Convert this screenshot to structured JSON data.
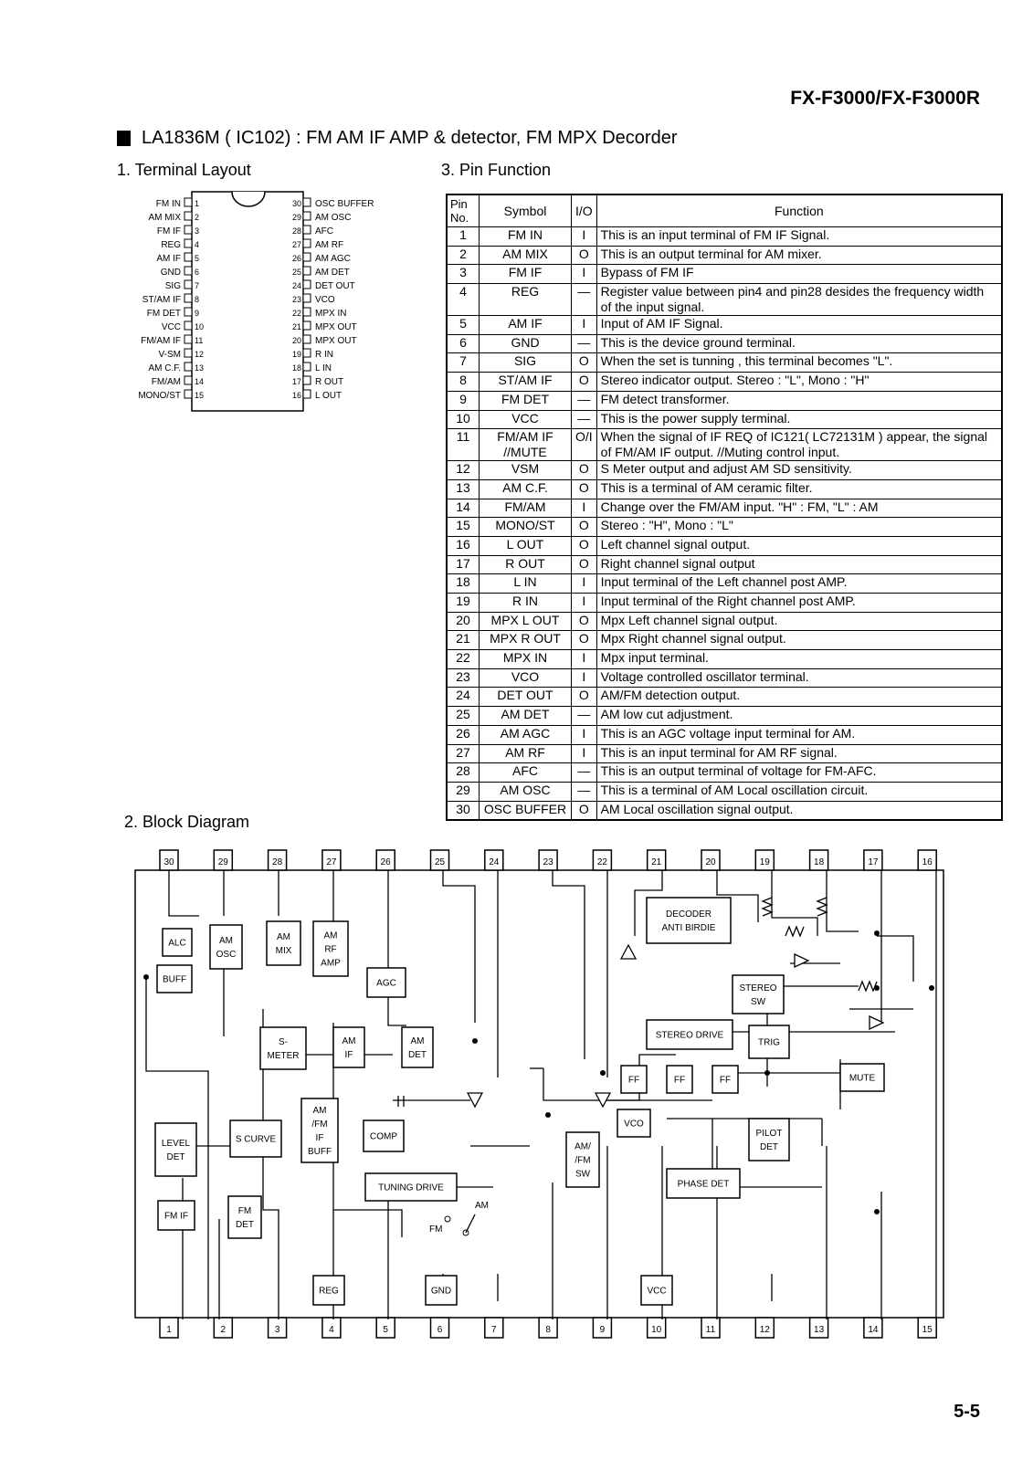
{
  "header": {
    "model": "FX-F3000/FX-F3000R",
    "page_number": "5-5"
  },
  "title": "LA1836M ( IC102) : FM  AM  IF  AMP & detector,  FM  MPX  Decorder",
  "sections": {
    "terminal_layout": "1. Terminal  Layout",
    "block_diagram": "2. Block  Diagram",
    "pin_function": "3. Pin  Function"
  },
  "terminal_layout": {
    "left_pins": [
      {
        "no": "1",
        "name": "FM IN"
      },
      {
        "no": "2",
        "name": "AM MIX"
      },
      {
        "no": "3",
        "name": "FM IF"
      },
      {
        "no": "4",
        "name": "REG"
      },
      {
        "no": "5",
        "name": "AM IF"
      },
      {
        "no": "6",
        "name": "GND"
      },
      {
        "no": "7",
        "name": "SIG"
      },
      {
        "no": "8",
        "name": "ST/AM IF"
      },
      {
        "no": "9",
        "name": "FM DET"
      },
      {
        "no": "10",
        "name": "VCC"
      },
      {
        "no": "11",
        "name": "FM/AM IF"
      },
      {
        "no": "12",
        "name": "V-SM"
      },
      {
        "no": "13",
        "name": "AM C.F."
      },
      {
        "no": "14",
        "name": "FM/AM"
      },
      {
        "no": "15",
        "name": "MONO/ST"
      }
    ],
    "right_pins": [
      {
        "no": "30",
        "name": "OSC BUFFER"
      },
      {
        "no": "29",
        "name": "AM OSC"
      },
      {
        "no": "28",
        "name": "AFC"
      },
      {
        "no": "27",
        "name": "AM RF"
      },
      {
        "no": "26",
        "name": "AM AGC"
      },
      {
        "no": "25",
        "name": "AM DET"
      },
      {
        "no": "24",
        "name": "DET OUT"
      },
      {
        "no": "23",
        "name": "VCO"
      },
      {
        "no": "22",
        "name": "MPX IN"
      },
      {
        "no": "21",
        "name": "MPX OUT"
      },
      {
        "no": "20",
        "name": "MPX OUT"
      },
      {
        "no": "19",
        "name": "R IN"
      },
      {
        "no": "18",
        "name": "L IN"
      },
      {
        "no": "17",
        "name": "R OUT"
      },
      {
        "no": "16",
        "name": "L OUT"
      }
    ]
  },
  "pin_table": {
    "headers": {
      "pin_no": "Pin No.",
      "symbol": "Symbol",
      "io": "I/O",
      "function": "Function"
    },
    "rows": [
      {
        "no": "1",
        "symbol": "FM IN",
        "io": "I",
        "function": "This is an input terminal of FM IF Signal."
      },
      {
        "no": "2",
        "symbol": "AM MIX",
        "io": "O",
        "function": "This is an output terminal for AM mixer."
      },
      {
        "no": "3",
        "symbol": "FM IF",
        "io": "I",
        "function": "Bypass of FM IF"
      },
      {
        "no": "4",
        "symbol": "REG",
        "io": "—",
        "function": "Register value between pin4 and pin28 desides the frequency width of the input signal."
      },
      {
        "no": "5",
        "symbol": "AM IF",
        "io": "I",
        "function": "Input of AM IF Signal."
      },
      {
        "no": "6",
        "symbol": "GND",
        "io": "—",
        "function": "This is the device ground terminal."
      },
      {
        "no": "7",
        "symbol": "SIG",
        "io": "O",
        "function": "When the set is tunning , this terminal becomes \"L\"."
      },
      {
        "no": "8",
        "symbol": "ST/AM IF",
        "io": "O",
        "function": "Stereo indicator output. Stereo : \"L\", Mono : \"H\""
      },
      {
        "no": "9",
        "symbol": "FM DET",
        "io": "—",
        "function": "FM detect transformer."
      },
      {
        "no": "10",
        "symbol": "VCC",
        "io": "—",
        "function": "This is the power supply terminal."
      },
      {
        "no": "11",
        "symbol": "FM/AM IF //MUTE",
        "io": "O/I",
        "function": "When the signal of IF REQ of IC121( LC72131M ) appear, the signal of FM/AM IF output. //Muting control input."
      },
      {
        "no": "12",
        "symbol": "VSM",
        "io": "O",
        "function": "S Meter output and adjust AM SD sensitivity."
      },
      {
        "no": "13",
        "symbol": "AM C.F.",
        "io": "O",
        "function": "This is a terminal of AM ceramic filter."
      },
      {
        "no": "14",
        "symbol": "FM/AM",
        "io": "I",
        "function": "Change over the FM/AM input.  \"H\" : FM,  \"L\" : AM"
      },
      {
        "no": "15",
        "symbol": "MONO/ST",
        "io": "O",
        "function": "Stereo : \"H\", Mono : \"L\""
      },
      {
        "no": "16",
        "symbol": "L OUT",
        "io": "O",
        "function": "Left channel signal output."
      },
      {
        "no": "17",
        "symbol": "R OUT",
        "io": "O",
        "function": "Right channel signal output"
      },
      {
        "no": "18",
        "symbol": "L IN",
        "io": "I",
        "function": "Input  terminal  of the Left channel post AMP."
      },
      {
        "no": "19",
        "symbol": "R IN",
        "io": "I",
        "function": "Input  terminal  of the Right channel post AMP."
      },
      {
        "no": "20",
        "symbol": "MPX L OUT",
        "io": "O",
        "function": "Mpx Left channel signal output."
      },
      {
        "no": "21",
        "symbol": "MPX R OUT",
        "io": "O",
        "function": "Mpx Right channel signal output."
      },
      {
        "no": "22",
        "symbol": "MPX IN",
        "io": "I",
        "function": "Mpx input terminal."
      },
      {
        "no": "23",
        "symbol": "VCO",
        "io": "I",
        "function": "Voltage controlled oscillator terminal."
      },
      {
        "no": "24",
        "symbol": "DET OUT",
        "io": "O",
        "function": "AM/FM detection output."
      },
      {
        "no": "25",
        "symbol": "AM DET",
        "io": "—",
        "function": "AM low cut adjustment."
      },
      {
        "no": "26",
        "symbol": "AM AGC",
        "io": "I",
        "function": "This is an AGC voltage input terminal for AM."
      },
      {
        "no": "27",
        "symbol": "AM RF",
        "io": "I",
        "function": "This is an input terminal for AM RF signal."
      },
      {
        "no": "28",
        "symbol": "AFC",
        "io": "—",
        "function": "This is an output terminal of voltage for FM-AFC."
      },
      {
        "no": "29",
        "symbol": "AM OSC",
        "io": "—",
        "function": "This is a terminal of AM Local oscillation circuit."
      },
      {
        "no": "30",
        "symbol": "OSC BUFFER",
        "io": "O",
        "function": "AM Local oscillation signal output."
      }
    ]
  },
  "block_diagram": {
    "top_pins": [
      "30",
      "29",
      "28",
      "27",
      "26",
      "25",
      "24",
      "23",
      "22",
      "21",
      "20",
      "19",
      "18",
      "17",
      "16"
    ],
    "bottom_pins": [
      "1",
      "2",
      "3",
      "4",
      "5",
      "6",
      "7",
      "8",
      "9",
      "10",
      "11",
      "12",
      "13",
      "14",
      "15"
    ],
    "blocks": {
      "alc": "ALC",
      "am_osc": "AM OSC",
      "buff": "BUFF",
      "am_mix": "AM MIX",
      "am_rf_amp": "AM RF AMP",
      "agc": "AGC",
      "s_meter": "S- METER",
      "am_if": "AM IF",
      "am_det": "AM DET",
      "decoder": "DECODER ANTI BIRDIE",
      "stereo_sw": "STEREO SW",
      "stereo_drive": "STEREO DRIVE",
      "trig": "TRIG",
      "ff": "FF",
      "mute": "MUTE",
      "vco": "VCO",
      "pilot_det": "PILOT DET",
      "level_det": "LEVEL DET",
      "s_curve": "S CURVE",
      "am_fm_if_buff": "AM /FM IF BUFF",
      "comp": "COMP",
      "am_fm_sw": "AM/ /FM SW",
      "phase_det": "PHASE DET",
      "tuning_drive": "TUNING DRIVE",
      "fm_if": "FM IF",
      "fm_det": "FM DET",
      "reg": "REG",
      "gnd": "GND",
      "vcc": "VCC",
      "switch_am": "AM",
      "switch_fm": "FM"
    }
  }
}
